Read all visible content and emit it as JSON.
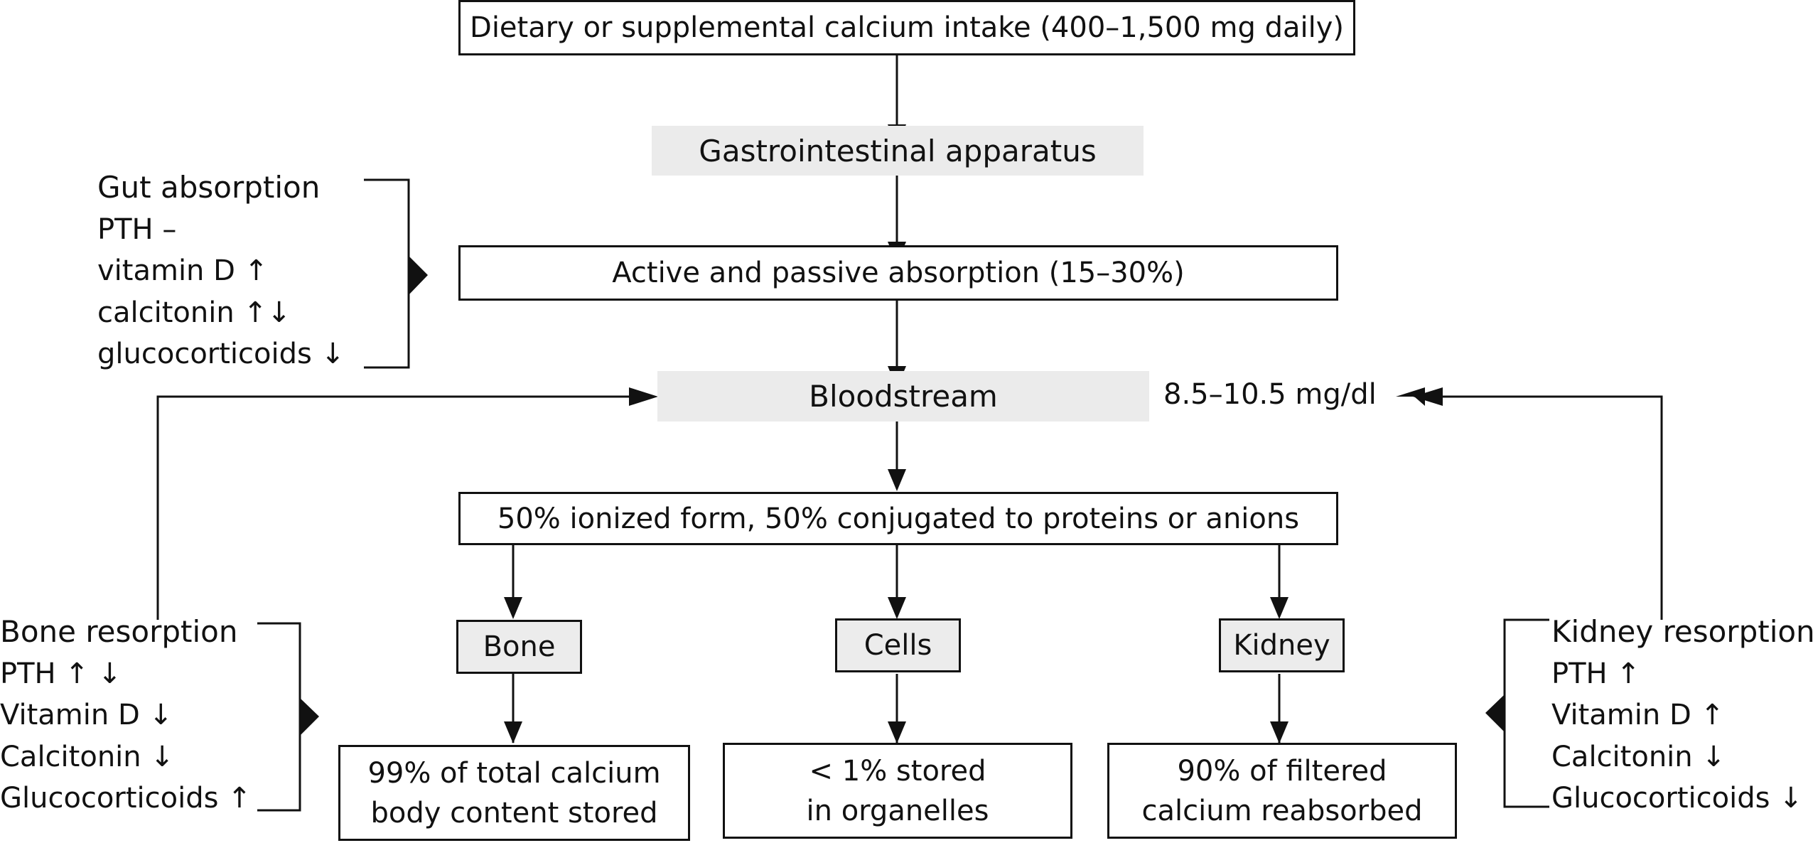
{
  "nodes": {
    "intake": "Dietary or supplemental calcium intake (400–1,500 mg daily)",
    "gi": "Gastrointestinal apparatus",
    "absorption": "Active and passive absorption (15–30%)",
    "bloodstream": "Bloodstream",
    "blood_range": "8.5–10.5 mg/dl",
    "forms": "50% ionized form, 50% conjugated to proteins or anions",
    "bone": "Bone",
    "cells": "Cells",
    "kidney": "Kidney",
    "bone_store_line1": "99% of total calcium",
    "bone_store_line2": "body content stored",
    "cells_store_line1": "< 1% stored",
    "cells_store_line2": "in organelles",
    "kidney_store_line1": "90% of filtered",
    "kidney_store_line2": "calcium reabsorbed"
  },
  "gut_absorption": {
    "title": "Gut absorption",
    "items": [
      "PTH –",
      "vitamin D ↑",
      "calcitonin ↑↓",
      "glucocorticoids ↓"
    ]
  },
  "bone_resorption": {
    "title": "Bone resorption",
    "items": [
      "PTH ↑ ↓",
      "Vitamin D ↓",
      "Calcitonin ↓",
      "Glucocorticoids ↑"
    ]
  },
  "kidney_resorption": {
    "title": "Kidney resorption",
    "items": [
      "PTH ↑",
      "Vitamin D ↑",
      "Calcitonin ↓",
      "Glucocorticoids ↓"
    ]
  }
}
